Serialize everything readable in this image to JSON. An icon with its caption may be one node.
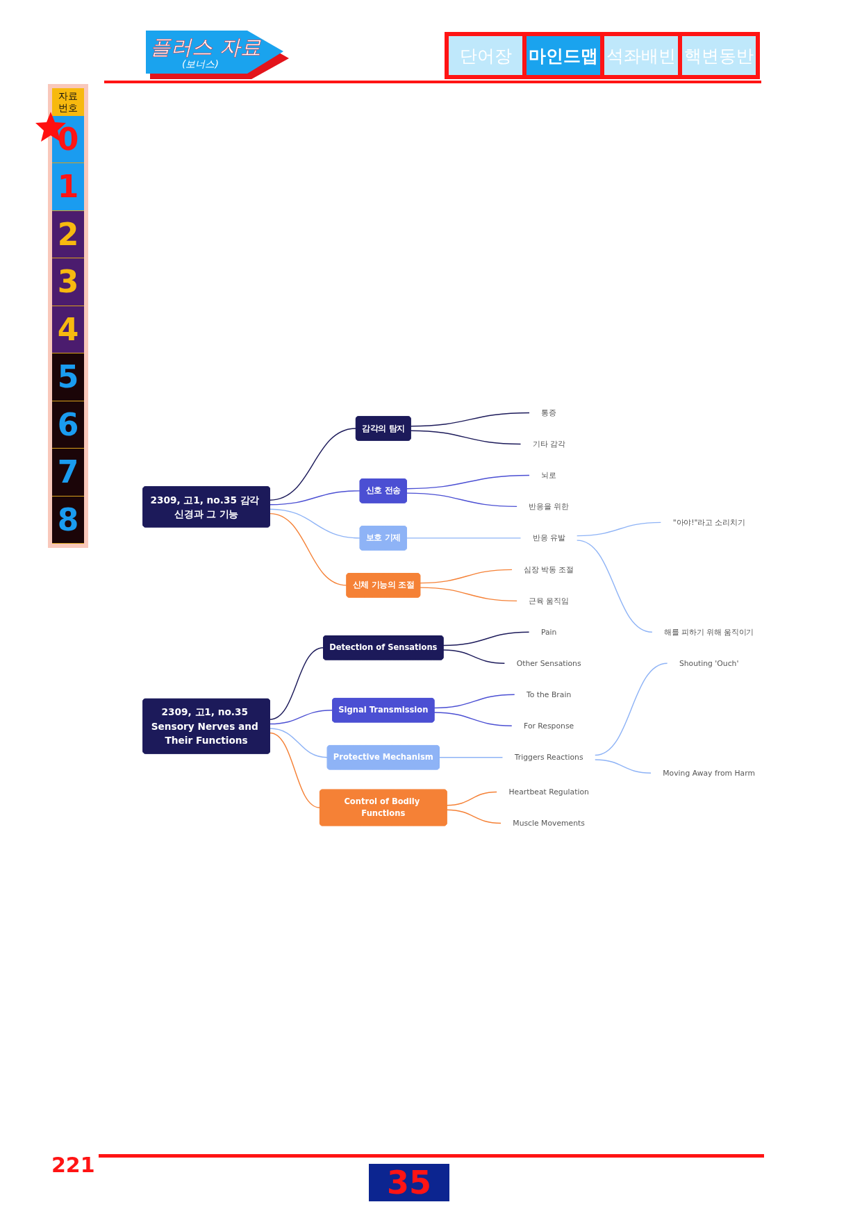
{
  "diagram": {
    "nodes": [
      {
        "text": [
          "2309, 고1, no.35 감각 신경과 그 기능"
        ]
      },
      {
        "text": [
          "감각의 탐지"
        ]
      },
      {
        "text": [
          "통증"
        ]
      },
      {
        "text": [
          "기타 감각"
        ]
      },
      {
        "text": [
          "신호 전송"
        ]
      },
      {
        "text": [
          "뇌로"
        ]
      },
      {
        "text": [
          "반응을 위한"
        ]
      },
      {
        "text": [
          "보호 기제"
        ]
      },
      {
        "text": [
          "반응 유발"
        ]
      },
      {
        "text": [
          "\"아야!\"라고 소리치기"
        ]
      },
      {
        "text": [
          "해를 피하기 위해 움직이기"
        ]
      },
      {
        "text": [
          "신체 기능의 조절"
        ]
      },
      {
        "text": [
          "심장 박동 조절"
        ]
      },
      {
        "text": [
          "근육 움직임"
        ]
      },
      {
        "text": [
          "2309, 고1, no.35 Sensory Nerves and Their Functions"
        ]
      },
      {
        "text": [
          "Detection of Sensations"
        ]
      },
      {
        "text": [
          "Pain"
        ]
      },
      {
        "text": [
          "Other Sensations"
        ]
      },
      {
        "text": [
          "Signal Transmission"
        ]
      },
      {
        "text": [
          "To the Brain"
        ]
      },
      {
        "text": [
          "For Response"
        ]
      },
      {
        "text": [
          "Protective Mechanism"
        ]
      },
      {
        "text": [
          "Triggers Reactions"
        ]
      },
      {
        "text": [
          "Shouting 'Ouch'"
        ]
      },
      {
        "text": [
          "Moving Away from Harm"
        ]
      },
      {
        "text": [
          "Control of Bodily Functions"
        ]
      },
      {
        "text": [
          "Heartbeat Regulation"
        ]
      },
      {
        "text": [
          "Muscle Movements"
        ]
      }
    ],
    "edges": [
      {
        "from": 0,
        "to": 1,
        "arrow": "none",
        "color": "#1c1a5a"
      },
      {
        "from": 1,
        "to": 2,
        "arrow": "none",
        "color": "#1c1a5a"
      },
      {
        "from": 1,
        "to": 3,
        "arrow": "none",
        "color": "#1c1a5a"
      },
      {
        "from": 0,
        "to": 4,
        "arrow": "none",
        "color": "#4b4fd3"
      },
      {
        "from": 4,
        "to": 5,
        "arrow": "none",
        "color": "#4b4fd3"
      },
      {
        "from": 4,
        "to": 6,
        "arrow": "none",
        "color": "#4b4fd3"
      },
      {
        "from": 0,
        "to": 7,
        "arrow": "none",
        "color": "#8eb3f6"
      },
      {
        "from": 7,
        "to": 8,
        "arrow": "none",
        "color": "#8eb3f6"
      },
      {
        "from": 8,
        "to": 9,
        "arrow": "none",
        "color": "#8eb3f6"
      },
      {
        "from": 8,
        "to": 10,
        "arrow": "none",
        "color": "#8eb3f6"
      },
      {
        "from": 0,
        "to": 11,
        "arrow": "none",
        "color": "#f58136"
      },
      {
        "from": 11,
        "to": 12,
        "arrow": "none",
        "color": "#f58136"
      },
      {
        "from": 11,
        "to": 13,
        "arrow": "none",
        "color": "#f58136"
      },
      {
        "from": 14,
        "to": 15,
        "arrow": "none",
        "color": "#1c1a5a"
      },
      {
        "from": 15,
        "to": 16,
        "arrow": "none",
        "color": "#1c1a5a"
      },
      {
        "from": 15,
        "to": 17,
        "arrow": "none",
        "color": "#1c1a5a"
      },
      {
        "from": 14,
        "to": 18,
        "arrow": "none",
        "color": "#4b4fd3"
      },
      {
        "from": 18,
        "to": 19,
        "arrow": "none",
        "color": "#4b4fd3"
      },
      {
        "from": 18,
        "to": 20,
        "arrow": "none",
        "color": "#4b4fd3"
      },
      {
        "from": 14,
        "to": 21,
        "arrow": "none",
        "color": "#8eb3f6"
      },
      {
        "from": 21,
        "to": 22,
        "arrow": "none",
        "color": "#8eb3f6"
      },
      {
        "from": 22,
        "to": 23,
        "arrow": "none",
        "color": "#8eb3f6"
      },
      {
        "from": 22,
        "to": 24,
        "arrow": "none",
        "color": "#8eb3f6"
      },
      {
        "from": 14,
        "to": 25,
        "arrow": "none",
        "color": "#f58136"
      },
      {
        "from": 25,
        "to": 26,
        "arrow": "none",
        "color": "#f58136"
      },
      {
        "from": 25,
        "to": 27,
        "arrow": "none",
        "color": "#f58136"
      }
    ],
    "labels": [
      "플러스 자료",
      "(보너스)",
      "단어장",
      "마인드맵",
      "석좌배빈",
      "핵변동반",
      "자료 번호",
      "0",
      "1",
      "2",
      "3",
      "4",
      "5",
      "6",
      "7",
      "8",
      "221",
      "35"
    ]
  }
}
